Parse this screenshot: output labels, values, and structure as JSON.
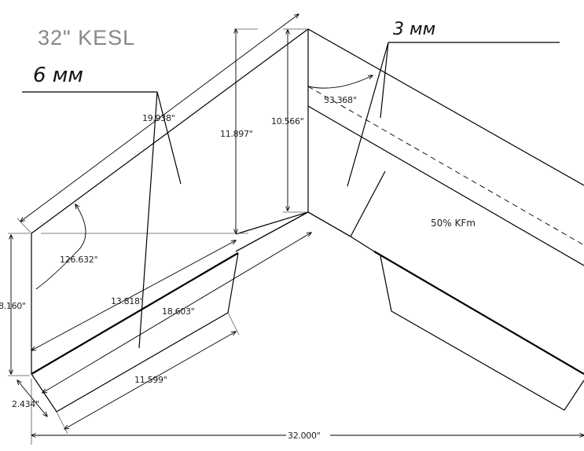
{
  "title": "32\" KESL",
  "handwritten": {
    "left_thickness": "6 мм",
    "right_thickness": "3 мм"
  },
  "annotation": {
    "coating": "50% KFm"
  },
  "dimensions": {
    "slope_length": "19.938\"",
    "rise_total": "11.897\"",
    "rise_inner": "10.566\"",
    "angle_inner": "53.368°",
    "angle_outer": "126.632°",
    "end_height": "8.160\"",
    "inner_slope": "13.818\"",
    "outer_slope": "18.603\"",
    "flat_length": "11.599\"",
    "lip": "2.434\"",
    "overall_width": "32.000\""
  }
}
